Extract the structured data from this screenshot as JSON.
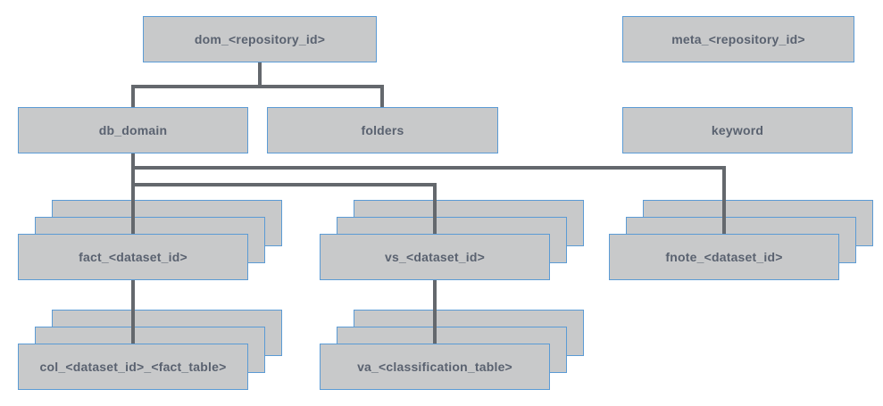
{
  "diagram": {
    "description": "Database repository schema hierarchy diagram",
    "colors": {
      "box_fill": "#c8c9ca",
      "box_border": "#5b9bd5",
      "connector": "#64686d",
      "label_text": "#5a6270",
      "background": "#ffffff"
    },
    "nodes": {
      "dom": {
        "label": "dom_<repository_id>",
        "kind": "single"
      },
      "meta": {
        "label": "meta_<repository_id>",
        "kind": "single"
      },
      "db_domain": {
        "label": "db_domain",
        "kind": "single"
      },
      "folders": {
        "label": "folders",
        "kind": "single"
      },
      "keyword": {
        "label": "keyword",
        "kind": "single"
      },
      "fact": {
        "label": "fact_<dataset_id>",
        "kind": "stack",
        "stack_count": 3
      },
      "vs": {
        "label": "vs_<dataset_id>",
        "kind": "stack",
        "stack_count": 3
      },
      "fnote": {
        "label": "fnote_<dataset_id>",
        "kind": "stack",
        "stack_count": 3
      },
      "col": {
        "label": "col_<dataset_id>_<fact_table>",
        "kind": "stack",
        "stack_count": 3
      },
      "va": {
        "label": "va_<classification_table>",
        "kind": "stack",
        "stack_count": 3
      }
    },
    "edges": [
      {
        "from": "dom_<repository_id>",
        "to": "db_domain"
      },
      {
        "from": "dom_<repository_id>",
        "to": "folders"
      },
      {
        "from": "db_domain",
        "to": "fact_<dataset_id>"
      },
      {
        "from": "db_domain",
        "to": "vs_<dataset_id>"
      },
      {
        "from": "db_domain",
        "to": "fnote_<dataset_id>"
      },
      {
        "from": "fact_<dataset_id>",
        "to": "col_<dataset_id>_<fact_table>"
      },
      {
        "from": "vs_<dataset_id>",
        "to": "va_<classification_table>"
      }
    ]
  }
}
